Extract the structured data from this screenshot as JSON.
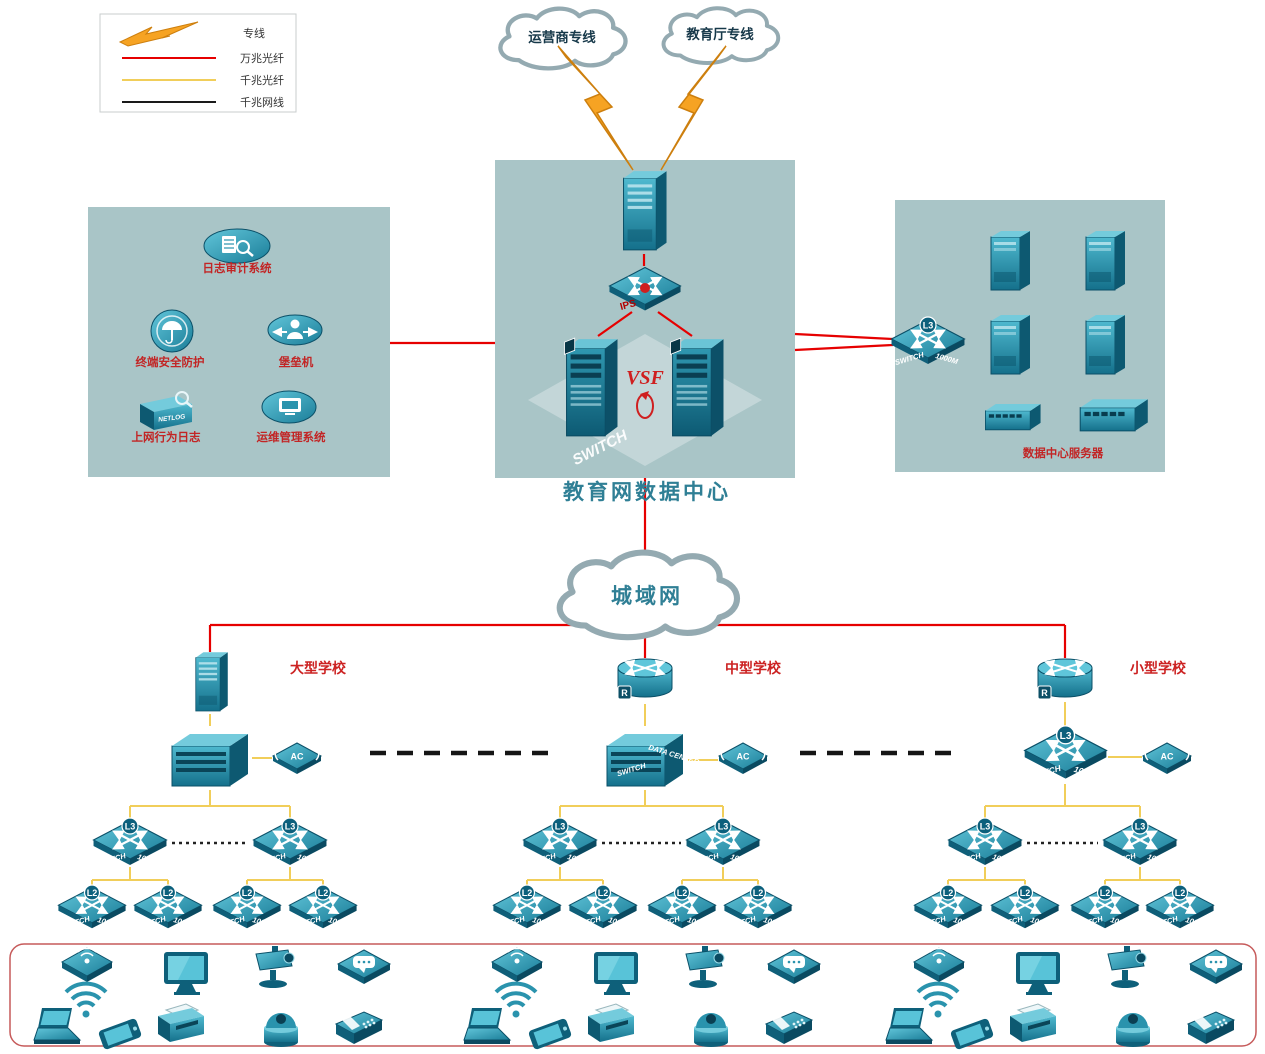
{
  "legend": {
    "items": [
      {
        "label": "专线"
      },
      {
        "label": "万兆光纤"
      },
      {
        "label": "千兆光纤"
      },
      {
        "label": "千兆网线"
      }
    ]
  },
  "clouds": {
    "isp": "运营商专线",
    "edu": "教育厅专线",
    "man": "城域网"
  },
  "datacenter": {
    "title": "教育网数据中心",
    "ips": "IPS",
    "vsf": "VSF",
    "core_switch": "SWITCH"
  },
  "security_zone": {
    "log_audit": "日志审计系统",
    "endpoint_protection": "终端安全防护",
    "bastion": "堡垒机",
    "netlog_label": "NETLOG",
    "net_behavior_log": "上网行为日志",
    "ops_mgmt": "运维管理系统"
  },
  "server_zone": {
    "title": "数据中心服务器"
  },
  "schools": {
    "large": "大型学校",
    "medium": "中型学校",
    "small": "小型学校"
  },
  "devices": {
    "switch": "SWITCH",
    "speed": "1000M",
    "l3": "L3",
    "l2": "L2",
    "ac": "AC",
    "router_badge": "R",
    "data_center": "DATA CENTER"
  },
  "colors": {
    "line_10g": "#e60000",
    "line_1g": "#f1ce5a",
    "line_cable": "#1a1a1a",
    "zone_bg": "#a9c5c7",
    "device_teal": "#1a7d98"
  }
}
